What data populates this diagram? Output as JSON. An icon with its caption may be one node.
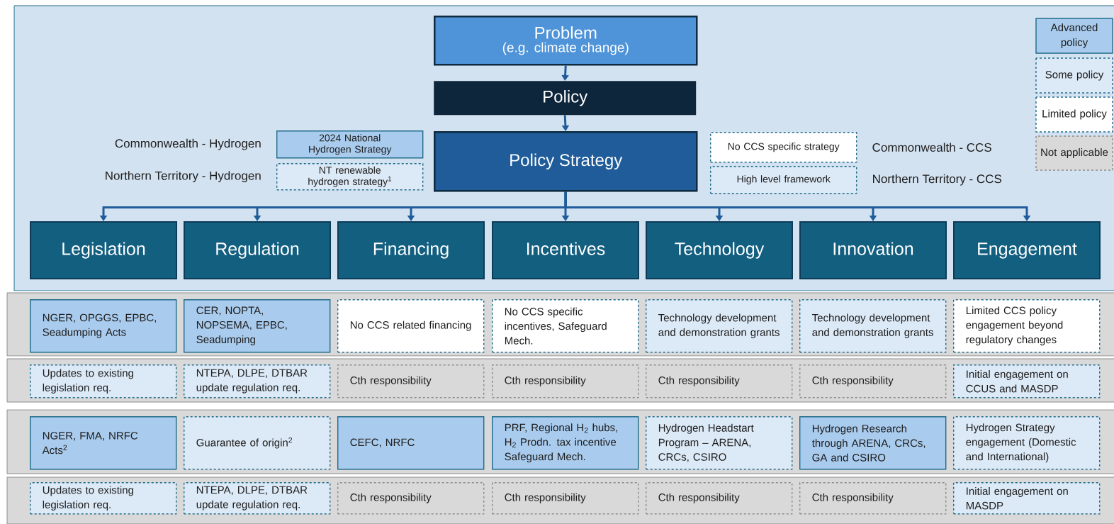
{
  "diagram": {
    "nodes": [
      {
        "text": [
          "Problem",
          "(e.g. climate change)"
        ]
      },
      {
        "text": [
          "Policy"
        ]
      },
      {
        "text": [
          "Policy Strategy"
        ]
      },
      {
        "text": [
          "2024 National Hydrogen Strategy"
        ],
        "beside": [
          "Commonwealth - Hydrogen"
        ]
      },
      {
        "text": [
          "NT renewable hydrogen strategy$^{1}$"
        ],
        "beside": [
          "Northern Territory - Hydrogen"
        ]
      },
      {
        "text": [
          "No CCS specific strategy"
        ],
        "beside": [
          "Commonwealth - CCS"
        ]
      },
      {
        "text": [
          "High level framework"
        ],
        "beside": [
          "Northern Territory - CCS"
        ]
      },
      {
        "text": [
          "Legislation"
        ]
      },
      {
        "text": [
          "Regulation"
        ]
      },
      {
        "text": [
          "Financing"
        ]
      },
      {
        "text": [
          "Incentives"
        ]
      },
      {
        "text": [
          "Technology"
        ]
      },
      {
        "text": [
          "Innovation"
        ]
      },
      {
        "text": [
          "Engagement"
        ]
      },
      {
        "text": [
          "NGER, OPGGS,  EPBC, Seadumping Acts"
        ]
      },
      {
        "text": [
          "CER, NOPTA, NOPSEMA, EPBC, Seadumping"
        ]
      },
      {
        "text": [
          "No CCS related financing"
        ]
      },
      {
        "text": [
          "No CCS specific incentives, Safeguard Mech."
        ]
      },
      {
        "text": [
          "Technology development and demonstration grants"
        ]
      },
      {
        "text": [
          "Technology development and demonstration grants"
        ]
      },
      {
        "text": [
          "Limited CCS policy engagement beyond regulatory changes"
        ]
      },
      {
        "text": [
          "Updates to existing legislation req."
        ]
      },
      {
        "text": [
          "NTEPA, DLPE, DTBAR update regulation req."
        ]
      },
      {
        "text": [
          "Cth responsibility"
        ]
      },
      {
        "text": [
          "Cth responsibility"
        ]
      },
      {
        "text": [
          "Cth responsibility"
        ]
      },
      {
        "text": [
          "Cth responsibility"
        ]
      },
      {
        "text": [
          "Initial engagement on CCUS and MASDP"
        ]
      },
      {
        "text": [
          "NGER, FMA, NRFC Acts$^{2}$"
        ]
      },
      {
        "text": [
          "Guarantee of origin$^{2}$"
        ]
      },
      {
        "text": [
          "CEFC, NRFC"
        ]
      },
      {
        "text": [
          "PRF, Regional H$_{2}$ hubs, H$_{2}$ Prodn. tax incentive Safeguard Mech."
        ]
      },
      {
        "text": [
          "Hydrogen Headstart Program – ARENA, CRCs, CSIRO"
        ]
      },
      {
        "text": [
          "Hydrogen Research through ARENA, CRCs, GA and CSIRO"
        ]
      },
      {
        "text": [
          "Hydrogen Strategy engagement (Domestic and International)"
        ]
      },
      {
        "text": [
          "Updates to existing legislation req."
        ]
      },
      {
        "text": [
          "NTEPA, DLPE, DTBAR update regulation req."
        ]
      },
      {
        "text": [
          "Cth responsibility"
        ]
      },
      {
        "text": [
          "Cth responsibility"
        ]
      },
      {
        "text": [
          "Cth responsibility"
        ]
      },
      {
        "text": [
          "Cth responsibility"
        ]
      },
      {
        "text": [
          "Initial engagement on MASDP"
        ]
      }
    ],
    "edges": [
      {
        "from": 0,
        "to": 1,
        "arrow": "to"
      },
      {
        "from": 1,
        "to": 2,
        "arrow": "to"
      },
      {
        "from": 2,
        "to": 7,
        "arrow": "to"
      },
      {
        "from": 2,
        "to": 8,
        "arrow": "to"
      },
      {
        "from": 2,
        "to": 9,
        "arrow": "to"
      },
      {
        "from": 2,
        "to": 10,
        "arrow": "to"
      },
      {
        "from": 2,
        "to": 11,
        "arrow": "to"
      },
      {
        "from": 2,
        "to": 12,
        "arrow": "to"
      },
      {
        "from": 2,
        "to": 13,
        "arrow": "to"
      }
    ],
    "legend": [
      {
        "text": "Advanced policy",
        "color": "#a9cbed"
      },
      {
        "text": "Some policy",
        "color": "#dce9f6"
      },
      {
        "text": "Limited policy",
        "color": "#ffffff"
      },
      {
        "text": "Not applicable",
        "color": "#d9d9d9"
      }
    ]
  }
}
